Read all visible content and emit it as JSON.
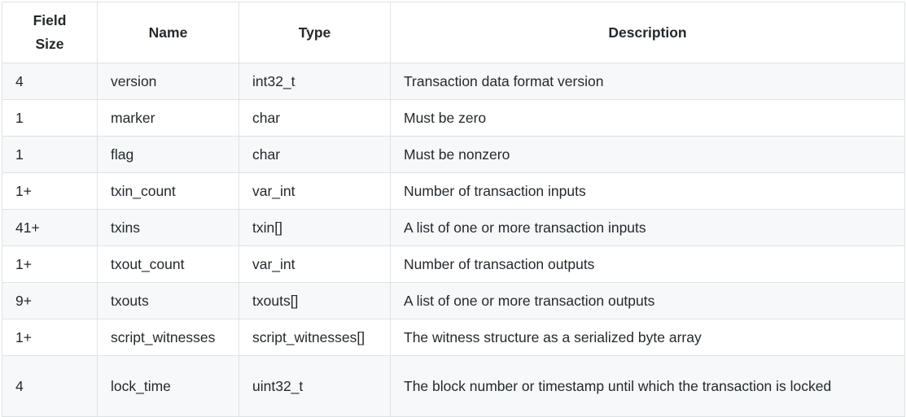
{
  "headers": [
    "Field Size",
    "Name",
    "Type",
    "Description"
  ],
  "rows": [
    [
      "4",
      "version",
      "int32_t",
      "Transaction data format version"
    ],
    [
      "1",
      "marker",
      "char",
      "Must be zero"
    ],
    [
      "1",
      "flag",
      "char",
      "Must be nonzero"
    ],
    [
      "1+",
      "txin_count",
      "var_int",
      "Number of transaction inputs"
    ],
    [
      "41+",
      "txins",
      "txin[]",
      "A list of one or more transaction inputs"
    ],
    [
      "1+",
      "txout_count",
      "var_int",
      "Number of transaction outputs"
    ],
    [
      "9+",
      "txouts",
      "txouts[]",
      "A list of one or more transaction outputs"
    ],
    [
      "1+",
      "script_witnesses",
      "script_witnesses[]",
      "The witness structure as a serialized byte array"
    ],
    [
      "4",
      "lock_time",
      "uint32_t",
      "The block number or timestamp until which the transaction is locked"
    ]
  ]
}
